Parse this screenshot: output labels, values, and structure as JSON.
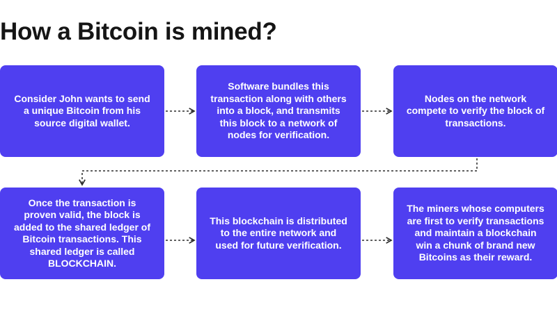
{
  "title": "How a Bitcoin is mined?",
  "steps": [
    {
      "text": "Consider John wants to send a unique Bitcoin from his source digital wallet."
    },
    {
      "text": "Software bundles this transaction along with others into a block, and transmits this block to a network of nodes for verification."
    },
    {
      "text": "Nodes on the network compete to verify the block of transactions."
    },
    {
      "text": "Once the transaction is proven valid, the block is added to the shared ledger of Bitcoin transactions. This shared ledger is called BLOCKCHAIN."
    },
    {
      "text": "This blockchain is distributed to the entire network and used for future verification."
    },
    {
      "text": "The miners whose computers are first to verify transactions and maintain a blockchain win a chunk of brand new Bitcoins as their reward."
    }
  ],
  "colors": {
    "box": "#4f3ff0",
    "box_text": "#ffffff",
    "title": "#151515",
    "arrow": "#2b2b2b"
  }
}
